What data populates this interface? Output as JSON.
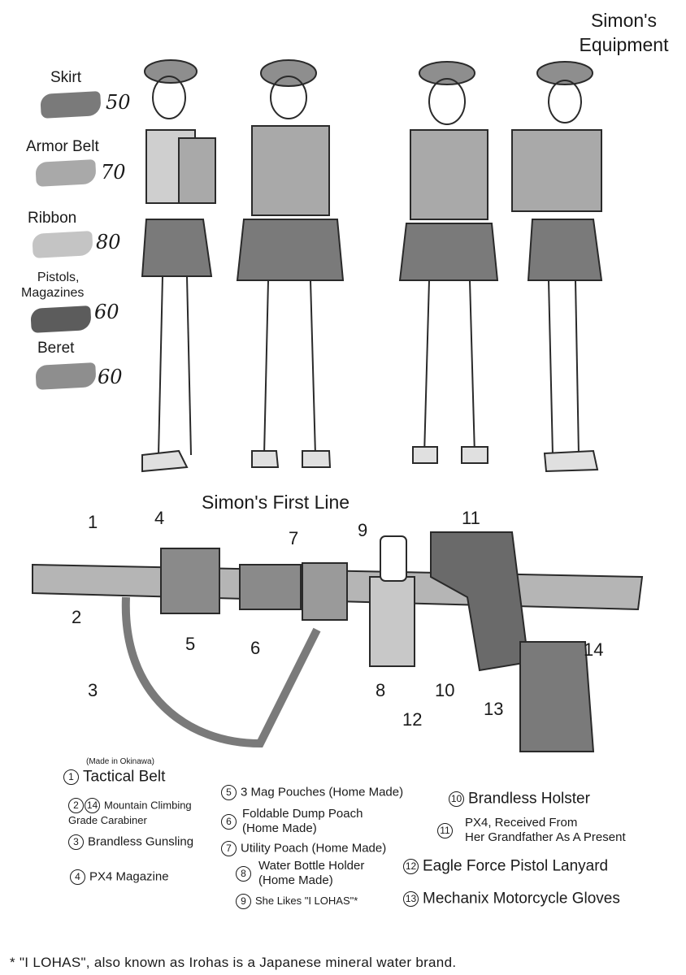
{
  "titles": {
    "equipment_line1": "Simon's",
    "equipment_line2": "Equipment",
    "first_line": "Simon's First Line"
  },
  "swatches": [
    {
      "label": "Skirt",
      "value": "50",
      "color": "#7a7a7a"
    },
    {
      "label": "Armor Belt",
      "value": "70",
      "color": "#a9a9a9"
    },
    {
      "label": "Ribbon",
      "value": "80",
      "color": "#c4c4c4"
    },
    {
      "label_line1": "Pistols,",
      "label_line2": "Magazines",
      "value": "60",
      "color": "#5c5c5c"
    },
    {
      "label": "Beret",
      "value": "60",
      "color": "#8e8e8e"
    }
  ],
  "legend": {
    "item1_note": "(Made in Okinawa)",
    "item1": "Tactical Belt",
    "item2_14": "Mountain Climbing Grade Carabiner",
    "item3": "Brandless Gunsling",
    "item4": "PX4 Magazine",
    "item5": "3 Mag Pouches (Home Made)",
    "item6_line1": "Foldable Dump Poach",
    "item6_line2": "(Home Made)",
    "item7": "Utility Poach (Home Made)",
    "item8_line1": "Water Bottle Holder",
    "item8_line2": "(Home Made)",
    "item9": "She Likes \"I LOHAS\"*",
    "item10": "Brandless Holster",
    "item11_line1": "PX4, Received From",
    "item11_line2": "Her Grandfather As A Present",
    "item12": "Eagle Force Pistol Lanyard",
    "item13": "Mechanix Motorcycle Gloves"
  },
  "footnote": "* \"I LOHAS\", also known as Irohas is a Japanese mineral water brand."
}
